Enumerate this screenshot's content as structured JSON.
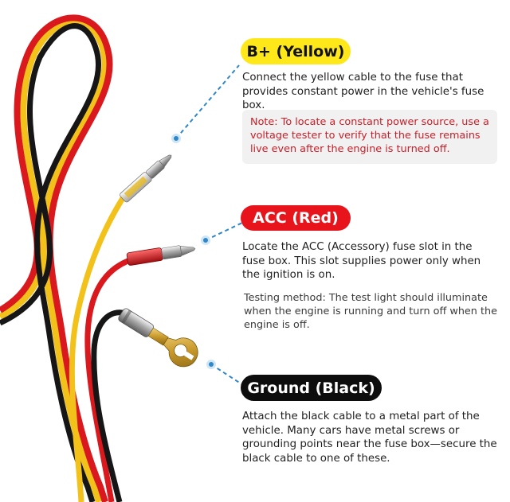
{
  "yellow": {
    "label": "B+ (Yellow)",
    "description": "Connect the yellow cable to the fuse that provides constant power in the vehicle's fuse box.",
    "note": "Note: To locate a constant power source, use a voltage tester to verify that the fuse remains live even after the engine is turned off."
  },
  "red": {
    "label": "ACC (Red)",
    "description": "Locate the ACC (Accessory) fuse slot in the fuse box. This slot supplies power only when the ignition is on.",
    "testing": "Testing method: The test light should illuminate when the engine is running and turn off when the engine is off."
  },
  "black": {
    "label": "Ground (Black)",
    "description": "Attach the black cable to a metal part of the vehicle. Many cars have metal screws or grounding points near the fuse box—secure the black cable to one of these."
  },
  "colors": {
    "yellow": "#f2c21a",
    "red": "#d9191e",
    "black": "#161616",
    "callout": "#2f86c9"
  }
}
